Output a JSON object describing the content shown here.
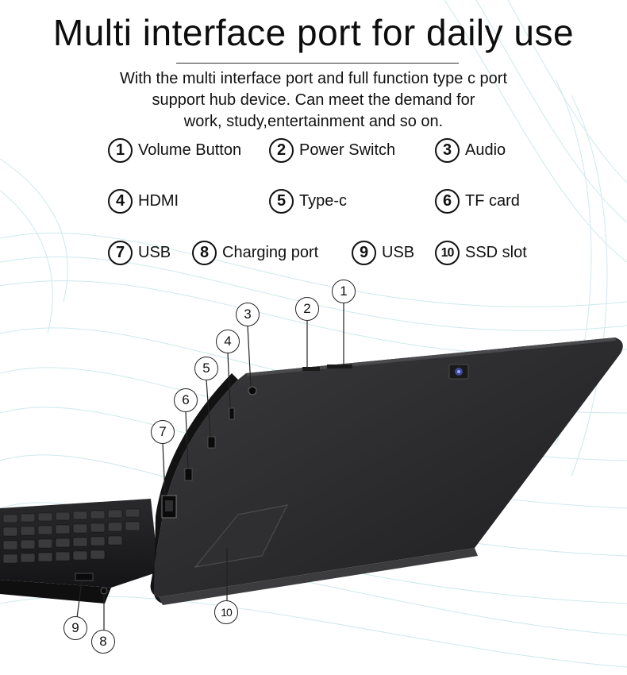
{
  "title": "Multi interface port for daily use",
  "subtitle_lines": [
    "With the multi interface port and full function type c port",
    "support hub device.  Can meet the demand for",
    "work, study,entertainment and so on."
  ],
  "legend": [
    {
      "num": "1",
      "label": "Volume Button"
    },
    {
      "num": "2",
      "label": "Power Switch"
    },
    {
      "num": "3",
      "label": "Audio"
    },
    {
      "num": "4",
      "label": "HDMI"
    },
    {
      "num": "5",
      "label": "Type-c"
    },
    {
      "num": "6",
      "label": "TF card"
    },
    {
      "num": "7",
      "label": "USB"
    },
    {
      "num": "8",
      "label": "Charging port"
    },
    {
      "num": "9",
      "label": "USB"
    },
    {
      "num": "10",
      "label": "SSD slot"
    }
  ],
  "callouts": [
    "1",
    "2",
    "3",
    "4",
    "5",
    "6",
    "7",
    "8",
    "9",
    "10"
  ],
  "colors": {
    "device_body": "#2b2b2d",
    "device_edge": "#3a3a3c",
    "keyboard": "#1f1f21",
    "background_lines": "#c9e6ea"
  }
}
